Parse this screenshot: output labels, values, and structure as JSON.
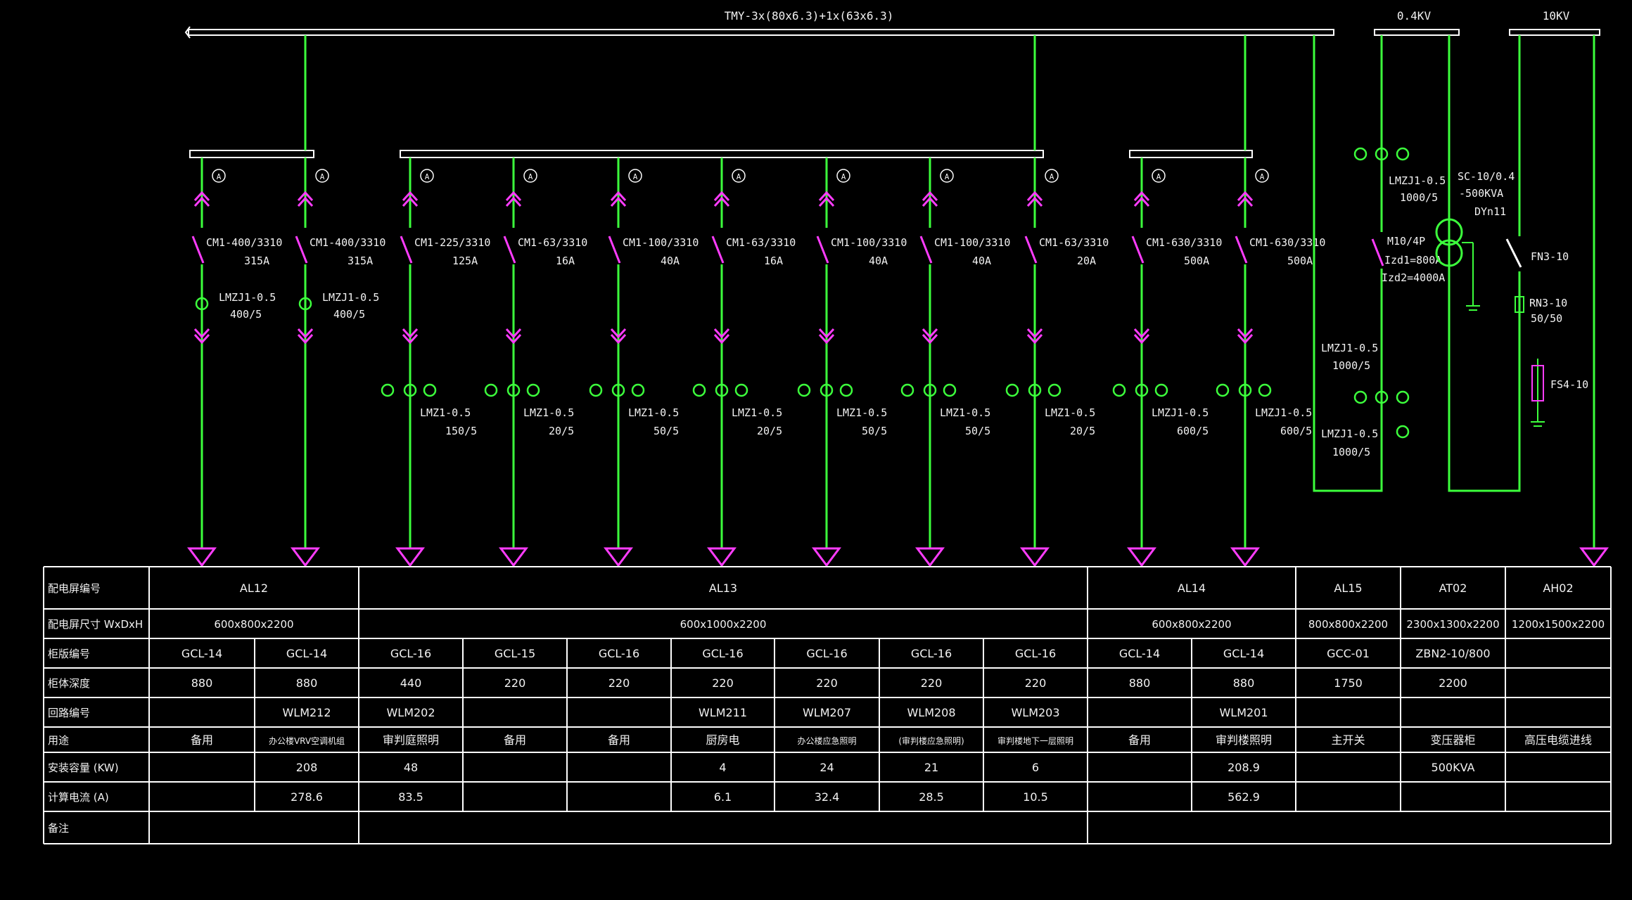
{
  "colors": {
    "background": "#000000",
    "bus_line": "#ffffff",
    "circuit_line": "#3cff3c",
    "switch_symbol": "#ff3cff",
    "text": "#f2f2f2",
    "table_line": "#ffffff"
  },
  "top_bus": {
    "label": "TMY-3x(80x6.3)+1x(63x6.3)",
    "lv_label": "0.4KV",
    "hv_label": "10KV"
  },
  "feeders": [
    {
      "breaker": "CM1-400/3310",
      "rating": "315A",
      "ct_type": "LMZJ1-0.5",
      "ct_ratio": "400/5"
    },
    {
      "breaker": "CM1-400/3310",
      "rating": "315A",
      "ct_type": "LMZJ1-0.5",
      "ct_ratio": "400/5"
    },
    {
      "breaker": "CM1-225/3310",
      "rating": "125A",
      "ct_type": "LMZ1-0.5",
      "ct_ratio": "150/5"
    },
    {
      "breaker": "CM1-63/3310",
      "rating": "16A",
      "ct_type": "LMZ1-0.5",
      "ct_ratio": "20/5"
    },
    {
      "breaker": "CM1-100/3310",
      "rating": "40A",
      "ct_type": "LMZ1-0.5",
      "ct_ratio": "50/5"
    },
    {
      "breaker": "CM1-63/3310",
      "rating": "16A",
      "ct_type": "LMZ1-0.5",
      "ct_ratio": "20/5"
    },
    {
      "breaker": "CM1-100/3310",
      "rating": "40A",
      "ct_type": "LMZ1-0.5",
      "ct_ratio": "50/5"
    },
    {
      "breaker": "CM1-100/3310",
      "rating": "40A",
      "ct_type": "LMZ1-0.5",
      "ct_ratio": "50/5"
    },
    {
      "breaker": "CM1-63/3310",
      "rating": "20A",
      "ct_type": "LMZ1-0.5",
      "ct_ratio": "20/5"
    },
    {
      "breaker": "CM1-630/3310",
      "rating": "500A",
      "ct_type": "LMZJ1-0.5",
      "ct_ratio": "600/5"
    },
    {
      "breaker": "CM1-630/3310",
      "rating": "500A",
      "ct_type": "LMZJ1-0.5",
      "ct_ratio": "600/5"
    }
  ],
  "incoming": {
    "ct_top_type": "LMZJ1-0.5",
    "ct_top_ratio": "1000/5",
    "main_breaker": "M10/4P",
    "main_setting_1": "Izd1=800A",
    "main_setting_2": "Izd2=4000A",
    "ct_mid_type": "LMZJ1-0.5",
    "ct_mid_ratio": "1000/5",
    "ct_low_type": "LMZJ1-0.5",
    "ct_low_ratio": "1000/5",
    "transformer_model": "SC-10/0.4",
    "transformer_capacity": "-500KVA",
    "transformer_vector": "DYn11",
    "hv_switch": "FN3-10",
    "hv_fuse": "RN3-10",
    "hv_fuse_rating": "50/50",
    "arrester": "FS4-10"
  },
  "table": {
    "row_labels": [
      "配电屏编号",
      "配电屏尺寸 WxDxH",
      "柜版编号",
      "柜体深度",
      "回路编号",
      "用途",
      "安装容量 (KW)",
      "计算电流 (A)",
      "备注"
    ],
    "panel_numbers": [
      "AL12",
      "AL13",
      "AL14",
      "AL15",
      "AT02",
      "AH02"
    ],
    "panel_sizes": [
      "600x800x2200",
      "600x1000x2200",
      "600x800x2200",
      "800x800x2200",
      "2300x1300x2200",
      "1200x1500x2200"
    ],
    "cabinet_types": [
      "GCL-14",
      "GCL-14",
      "GCL-16",
      "GCL-15",
      "GCL-16",
      "GCL-16",
      "GCL-16",
      "GCL-16",
      "GCL-16",
      "GCL-14",
      "GCL-14",
      "GCC-01",
      "ZBN2-10/800",
      ""
    ],
    "depths": [
      "880",
      "880",
      "440",
      "220",
      "220",
      "220",
      "220",
      "220",
      "220",
      "880",
      "880",
      "1750",
      "2200",
      ""
    ],
    "circuit_numbers": [
      "",
      "WLM212",
      "WLM202",
      "",
      "",
      "WLM211",
      "WLM207",
      "WLM208",
      "WLM203",
      "",
      "WLM201",
      "",
      "",
      ""
    ],
    "usages": [
      "备用",
      "办公楼VRV空调机组",
      "审判庭照明",
      "备用",
      "备用",
      "厨房电",
      "办公楼应急照明",
      "(审判楼应急照明)",
      "审判楼地下一层照明",
      "备用",
      "审判楼照明",
      "主开关",
      "变压器柜",
      "高压电缆进线"
    ],
    "capacities": [
      "",
      "208",
      "48",
      "",
      "",
      "4",
      "24",
      "21",
      "6",
      "",
      "208.9",
      "",
      "500KVA",
      ""
    ],
    "currents": [
      "",
      "278.6",
      "83.5",
      "",
      "",
      "6.1",
      "32.4",
      "28.5",
      "10.5",
      "",
      "562.9",
      "",
      "",
      ""
    ],
    "remarks": ""
  }
}
